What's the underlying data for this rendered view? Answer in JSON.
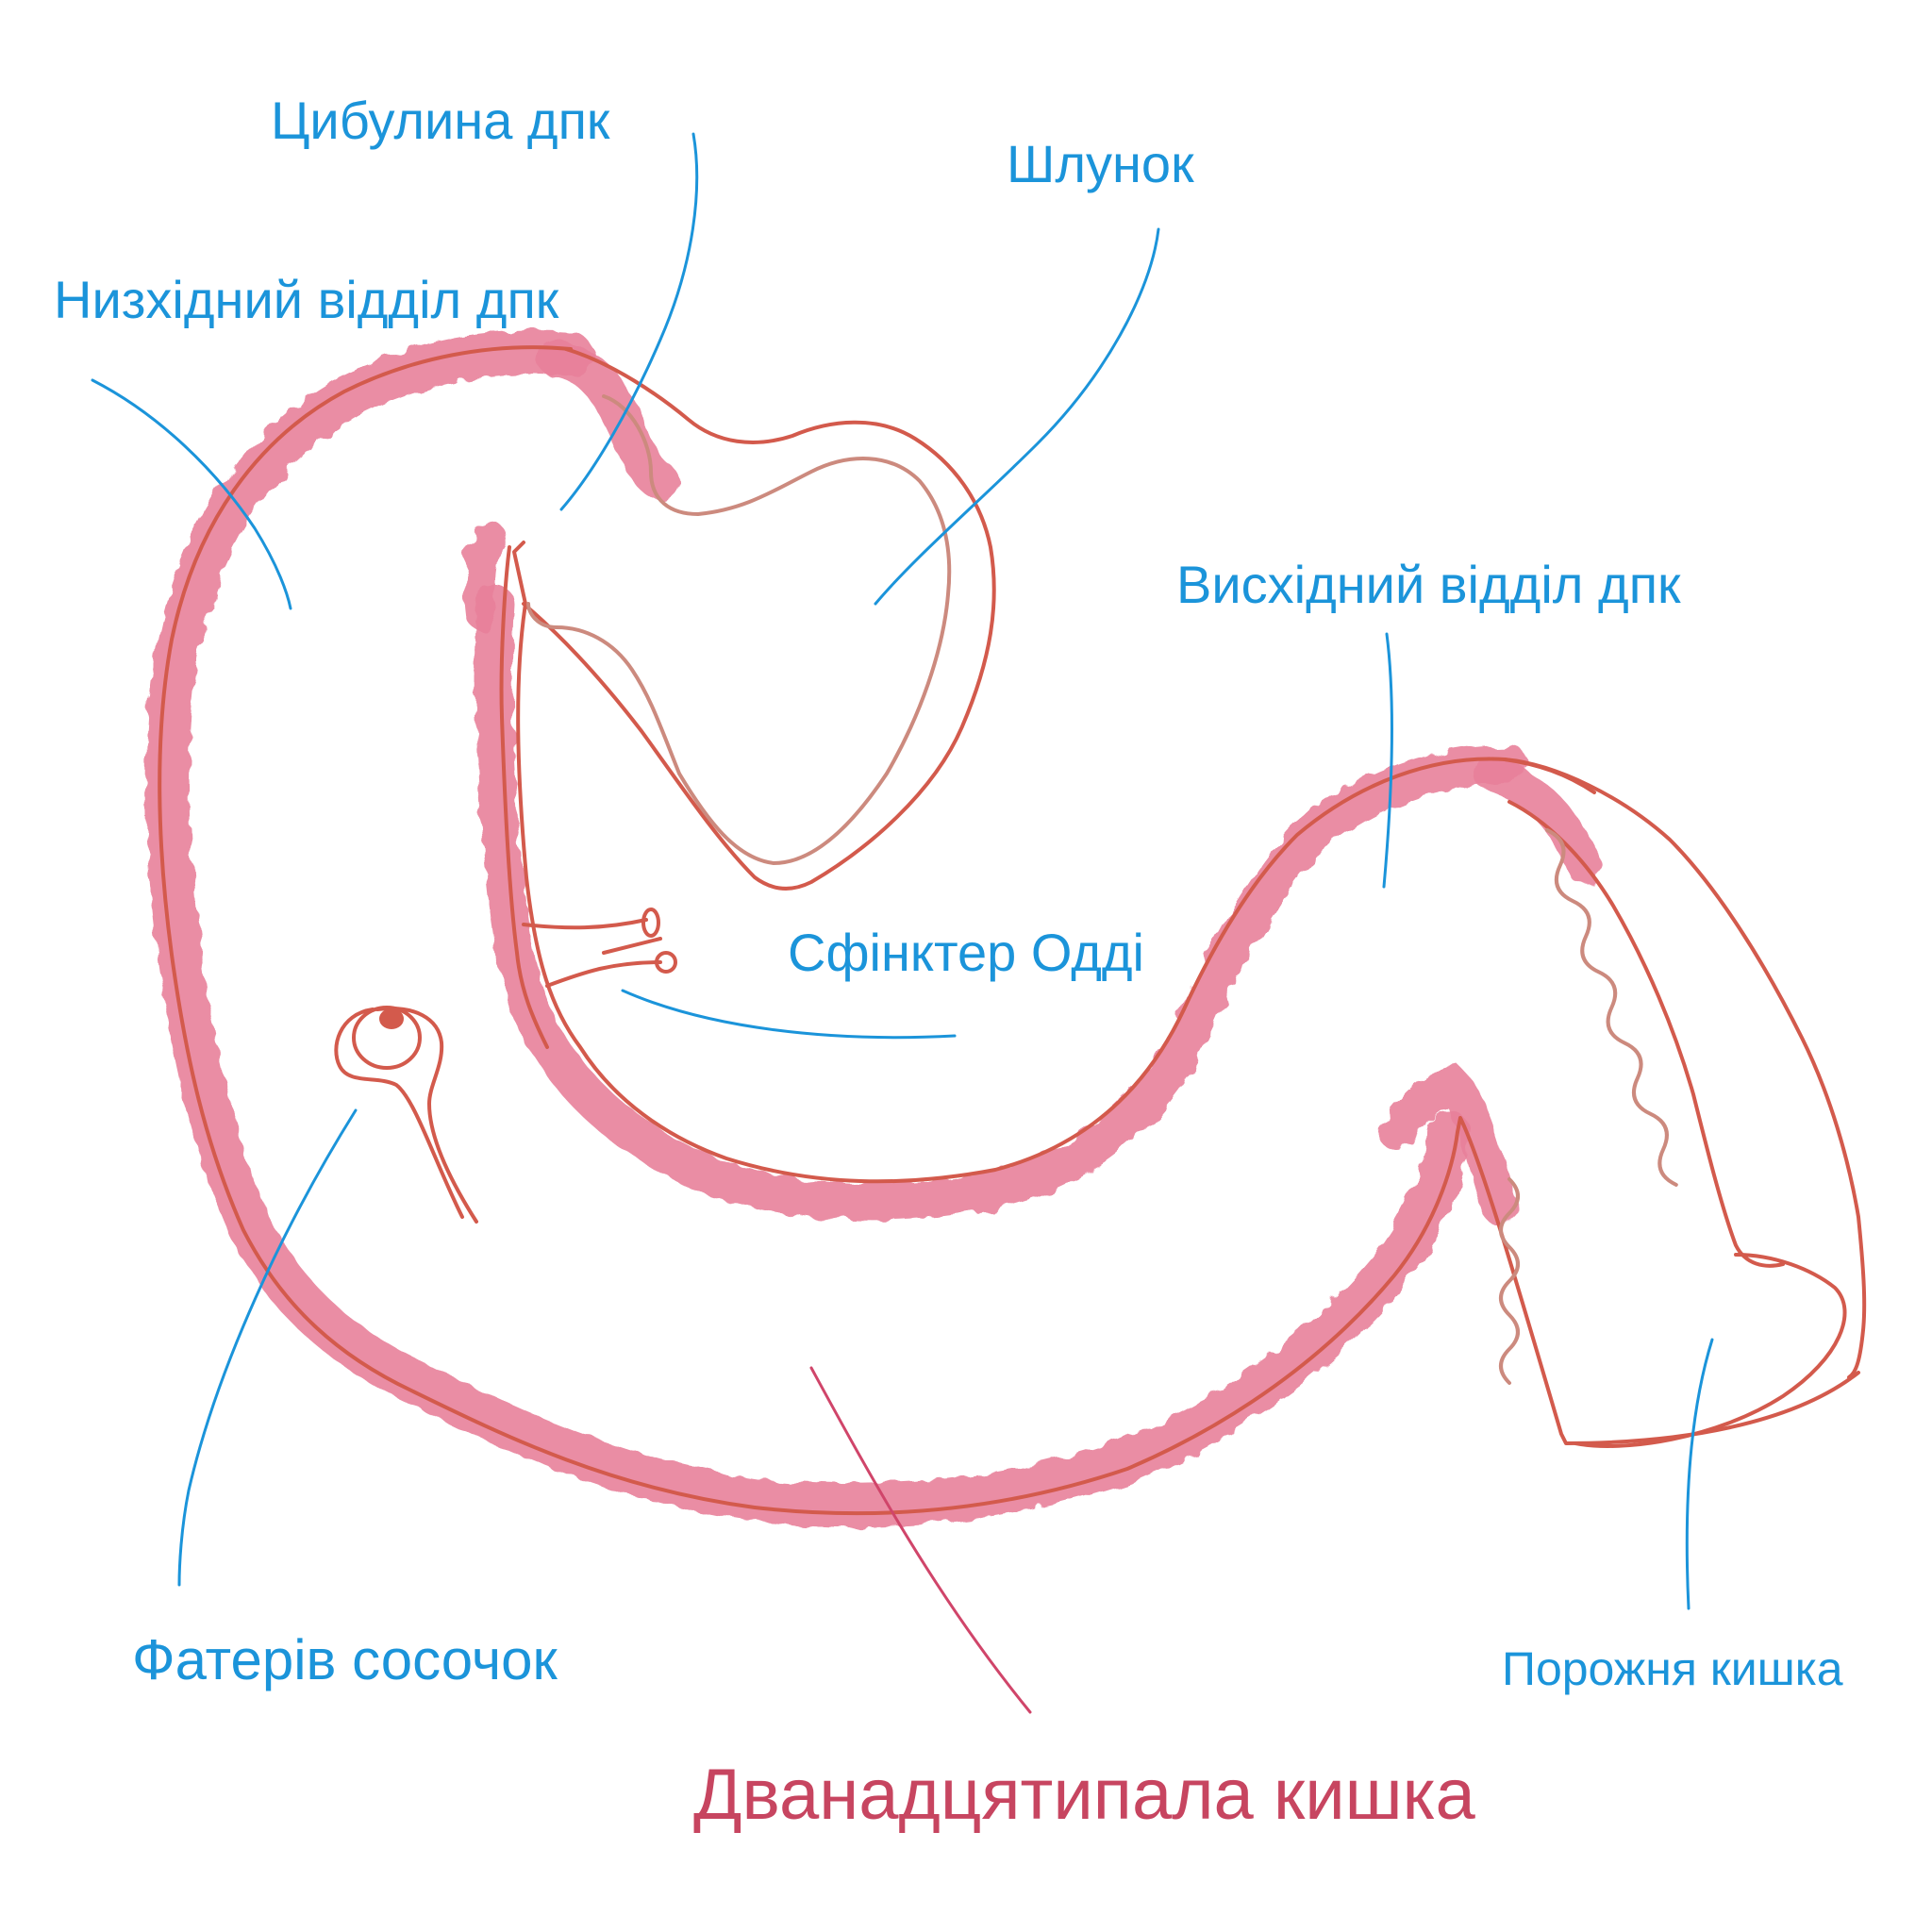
{
  "colors": {
    "label_blue": "#1b94da",
    "title_crimson": "#c74560",
    "wall_outline": "#d35a4c",
    "wall_fill": "#e8819a",
    "stomach_inner": "#cc8a7e",
    "duodenum_leader": "#d0456a"
  },
  "labels": {
    "bulb": "Цибулина дпк",
    "stomach": "Шлунок",
    "descending": "Низхідний відділ дпк",
    "ascending": "Висхідний відділ дпк",
    "oddi": "Сфінктер Одді",
    "vater": "Фатерів сосочок",
    "jejunum": "Порожня кишка",
    "duodenum": "Дванадцятипала кишка"
  }
}
